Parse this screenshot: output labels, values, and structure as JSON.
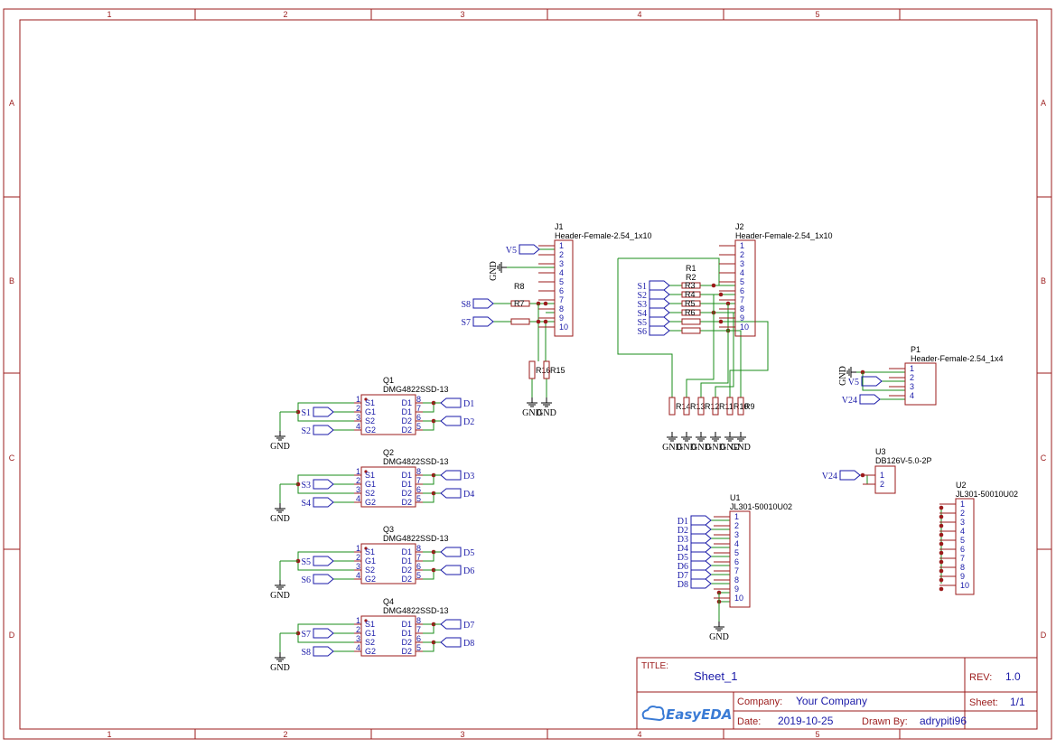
{
  "frame": {
    "columns": [
      "1",
      "2",
      "3",
      "4",
      "5"
    ],
    "rows": [
      "A",
      "B",
      "C",
      "D"
    ]
  },
  "title_block": {
    "title_label": "TITLE:",
    "title": "Sheet_1",
    "rev_label": "REV:",
    "rev": "1.0",
    "company_label": "Company:",
    "company": "Your Company",
    "sheet_label": "Sheet:",
    "sheet": "1/1",
    "date_label": "Date:",
    "date": "2019-10-25",
    "drawn_label": "Drawn By:",
    "drawn": "adrypiti96",
    "logo": "EasyEDA"
  },
  "components": {
    "J1": {
      "ref": "J1",
      "value": "Header-Female-2.54_1x10",
      "pins": [
        "1",
        "2",
        "3",
        "4",
        "5",
        "6",
        "7",
        "8",
        "9",
        "10"
      ]
    },
    "J2": {
      "ref": "J2",
      "value": "Header-Female-2.54_1x10",
      "pins": [
        "1",
        "2",
        "3",
        "4",
        "5",
        "6",
        "7",
        "8",
        "9",
        "10"
      ]
    },
    "P1": {
      "ref": "P1",
      "value": "Header-Female-2.54_1x4",
      "pins": [
        "1",
        "2",
        "3",
        "4"
      ]
    },
    "U1": {
      "ref": "U1",
      "value": "JL301-50010U02",
      "pins": [
        "1",
        "2",
        "3",
        "4",
        "5",
        "6",
        "7",
        "8",
        "9",
        "10"
      ]
    },
    "U2": {
      "ref": "U2",
      "value": "JL301-50010U02",
      "pins": [
        "1",
        "2",
        "3",
        "4",
        "5",
        "6",
        "7",
        "8",
        "9",
        "10"
      ]
    },
    "U3": {
      "ref": "U3",
      "value": "DB126V-5.0-2P",
      "pins": [
        "1",
        "2"
      ]
    },
    "Q1": {
      "ref": "Q1",
      "value": "DMG4822SSD-13"
    },
    "Q2": {
      "ref": "Q2",
      "value": "DMG4822SSD-13"
    },
    "Q3": {
      "ref": "Q3",
      "value": "DMG4822SSD-13"
    },
    "Q4": {
      "ref": "Q4",
      "value": "DMG4822SSD-13"
    },
    "mosfet_pins": {
      "left": [
        "S1",
        "G1",
        "S2",
        "G2"
      ],
      "right": [
        "D1",
        "D1",
        "D2",
        "D2"
      ],
      "left_nums": [
        "1",
        "2",
        "3",
        "4"
      ],
      "right_nums": [
        "8",
        "7",
        "6",
        "5"
      ]
    }
  },
  "resistors": {
    "R1": "R1",
    "R2": "R2",
    "R3": "R3",
    "R4": "R4",
    "R5": "R5",
    "R6": "R6",
    "R7": "R7",
    "R8": "R8",
    "R9": "R9",
    "R10": "R10",
    "R11": "R11",
    "R12": "R12",
    "R13": "R13",
    "R14": "R14",
    "R15": "R15",
    "R16": "R16"
  },
  "nets": {
    "gnd": "GND",
    "V5": "V5",
    "V24": "V24",
    "S1": "S1",
    "S2": "S2",
    "S3": "S3",
    "S4": "S4",
    "S5": "S5",
    "S6": "S6",
    "S7": "S7",
    "S8": "S8",
    "D1": "D1",
    "D2": "D2",
    "D3": "D3",
    "D4": "D4",
    "D5": "D5",
    "D6": "D6",
    "D7": "D7",
    "D8": "D8"
  }
}
